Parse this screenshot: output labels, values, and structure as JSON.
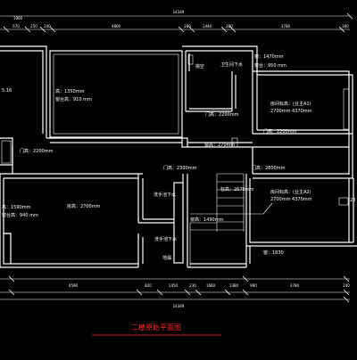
{
  "drawing_title": "二楼原始平面图",
  "title_color": "#ff2a2a",
  "line_color": "#ffffff",
  "background_color": "#000000",
  "top_dims": {
    "overall": "14349",
    "segments": [
      "1900",
      "670",
      "250",
      "240",
      "4800",
      "280",
      "1440",
      "280",
      "3780",
      "300"
    ]
  },
  "bottom_dims": {
    "overall": "14349",
    "segments": [
      "4590",
      "820",
      "1450",
      "230",
      "1660",
      "1380",
      "990",
      "3780",
      "240"
    ]
  },
  "room_labels": {
    "room_left_top": "5.16",
    "room_mid_top": [
      "高：1350mm",
      "窗台高：910 mm"
    ],
    "stair_shaft_top": [
      "挑空",
      "卫生间下水"
    ],
    "room_mid_top_right": [
      "窗：1470mm",
      "窗台：950 mm"
    ],
    "bedroom_right": [
      "房间标高：(业主A1)",
      "2700mm 4370mm"
    ],
    "door_upper_mid": "门高：2200mm",
    "door_right_upper": "门高：2200mm",
    "corridor_center": "窗高：270mm",
    "door_left_mid": "门高：2200mm",
    "door_mid_center": "门高：2300mm",
    "door_mid_right": "门高：2800mm",
    "stair_landing_label": "洗手池下水",
    "floor_height_label": "标高：2670mm",
    "bedroom_right_lower": [
      "房间标高：(业主A2)",
      "2700mm 4370mm"
    ],
    "room_left_lower": [
      "高：1590mm",
      "窗台高：940 mm"
    ],
    "room_left_lower_height": "房高：2700mm",
    "stair_bottom_label": "洗手池下水",
    "window_1490": "窗高：1490mm",
    "airhole": "地漏",
    "bottom_right_label": "窗：1830",
    "right_edge_label": "23"
  }
}
